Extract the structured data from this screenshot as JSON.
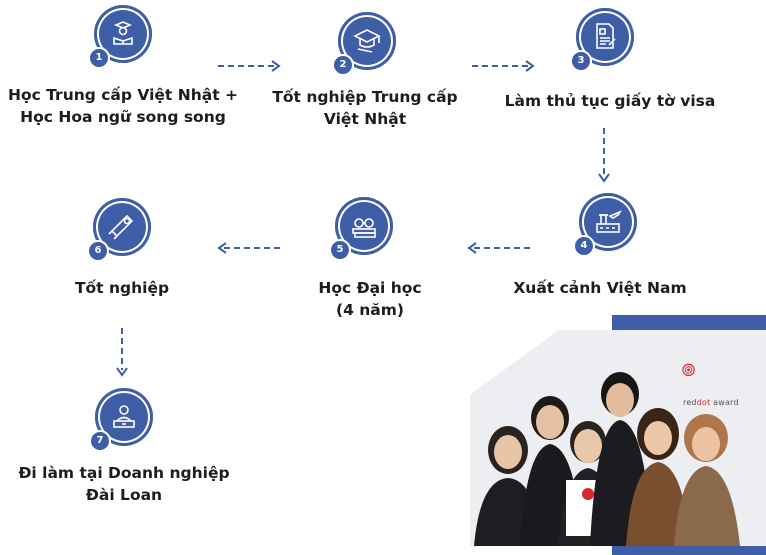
{
  "steps": [
    {
      "number": "1",
      "line1": "Học Trung cấp Việt Nhật +",
      "line2": "Học Hoa ngữ song song",
      "icon": "student-reading-icon"
    },
    {
      "number": "2",
      "line1": "Tốt nghiệp Trung cấp",
      "line2": "Việt Nhật",
      "icon": "graduation-cap-icon"
    },
    {
      "number": "3",
      "line1": "Làm thủ tục giấy tờ visa",
      "line2": "",
      "icon": "document-icon"
    },
    {
      "number": "4",
      "line1": "Xuất cảnh Việt Nam",
      "line2": "",
      "icon": "airport-icon"
    },
    {
      "number": "5",
      "line1": "Học Đại học",
      "line2": "(4 năm)",
      "icon": "books-icon"
    },
    {
      "number": "6",
      "line1": "Tốt nghiệp",
      "line2": "",
      "icon": "diploma-icon"
    },
    {
      "number": "7",
      "line1": "Đi làm tại Doanh nghiệp",
      "line2": "Đài Loan",
      "icon": "laptop-worker-icon"
    }
  ],
  "photo": {
    "logo_text_a": "red",
    "logo_text_b": "dot",
    "logo_text_c": " award"
  },
  "colors": {
    "accent": "#3f5ea8",
    "text": "#1d1d1f",
    "logo_red": "#d9262c"
  }
}
